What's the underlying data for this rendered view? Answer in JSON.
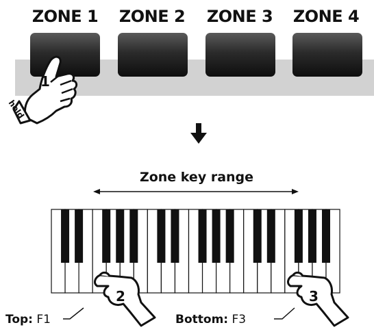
{
  "zones": [
    {
      "label": "ZONE 1"
    },
    {
      "label": "ZONE 2"
    },
    {
      "label": "ZONE 3"
    },
    {
      "label": "ZONE 4"
    }
  ],
  "steps": {
    "step1": "1",
    "step1_action": "hold",
    "step2": "2",
    "step3": "3"
  },
  "range": {
    "label": "Zone key range"
  },
  "top_note": {
    "label": "Top:",
    "value": " F1"
  },
  "bottom_note": {
    "label": "Bottom:",
    "value": " F3"
  },
  "colors": {
    "button_dark": "#2a2a2a",
    "panel_gray": "#d2d2d2",
    "ink": "#111111"
  },
  "icons": [
    "hand-press-icon",
    "arrow-down-icon",
    "double-arrow-icon"
  ]
}
